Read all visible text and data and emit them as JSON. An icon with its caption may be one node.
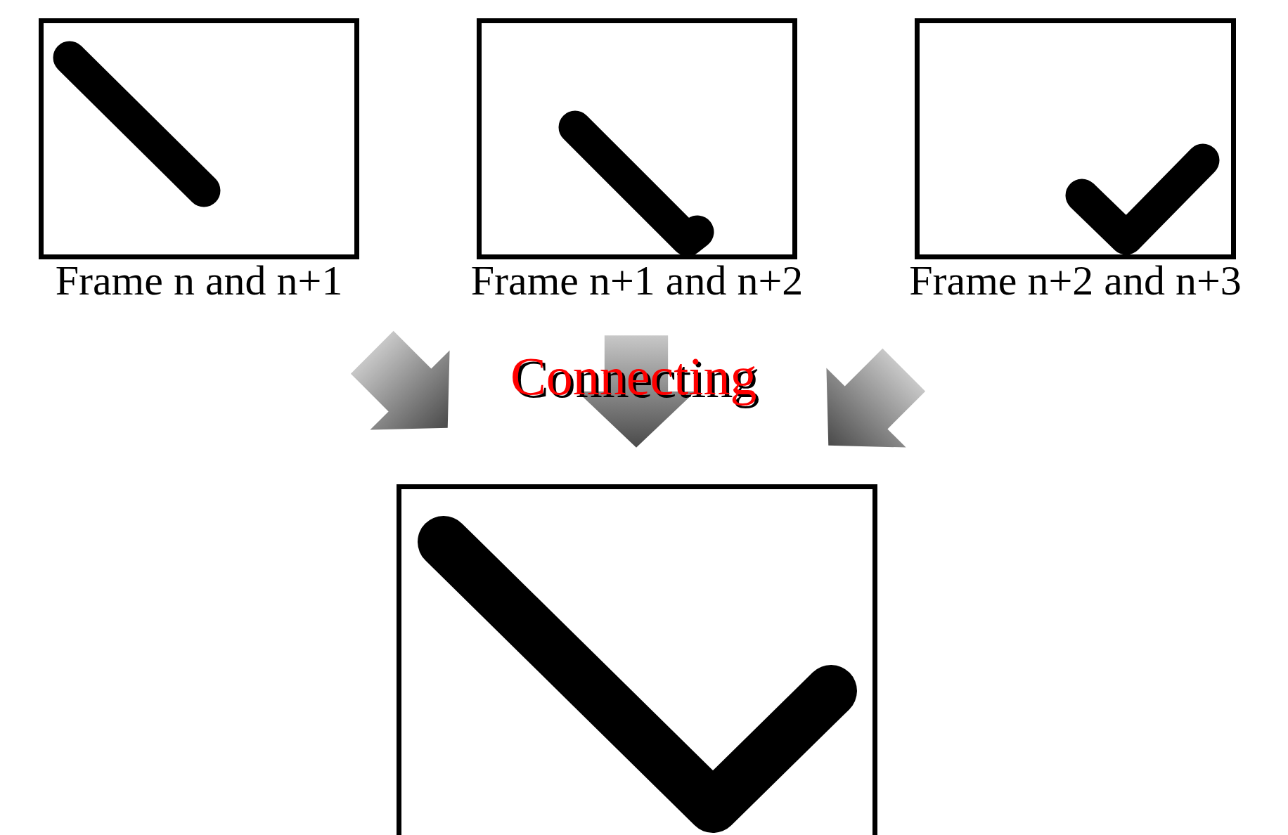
{
  "diagram": {
    "nodes": [
      {
        "text": [
          "Frame n and n+1"
        ]
      },
      {
        "text": [
          "Frame n+1 and n+2"
        ]
      },
      {
        "text": [
          "Frame n+2 and n+3"
        ]
      },
      {
        "text": [],
        "shape": "picture"
      }
    ],
    "edges": [
      {
        "from": 0,
        "to": 3,
        "arrow": "to"
      },
      {
        "from": 1,
        "to": 3,
        "arrow": "to",
        "label": "Connecting"
      },
      {
        "from": 2,
        "to": 3,
        "arrow": "to"
      }
    ]
  }
}
